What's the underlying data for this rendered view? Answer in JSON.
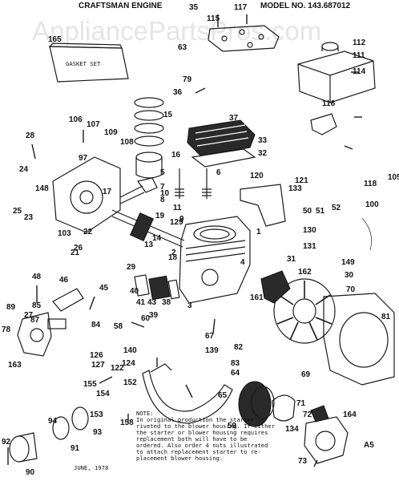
{
  "header": {
    "engine": "CRAFTSMAN ENGINE",
    "model": "MODEL NO. 143.687012"
  },
  "watermark": "AppliancePartsPros.com",
  "kit_label": "GASKET SET",
  "note_lines": [
    "NOTE:",
    "In original production the starter is",
    "riveted to the blower housing. If either",
    "the starter or blower housing requires",
    "replacement both will have to be",
    "ordered. Also order 4 nuts illustrated",
    "to attach replacement starter to re-",
    "placement blower housing."
  ],
  "footer": {
    "date": "JUNE, 1978",
    "code": "A5"
  },
  "colors": {
    "ink": "#111111",
    "watermark": "#cfcfcf",
    "paper": "#ffffff"
  },
  "part_labels": [
    "35",
    "117",
    "115",
    "63",
    "165",
    "112",
    "111",
    "114",
    "79",
    "36",
    "37",
    "116",
    "106",
    "107",
    "97",
    "108",
    "109",
    "15",
    "33",
    "32",
    "28",
    "24",
    "148",
    "16",
    "5",
    "6",
    "120",
    "121",
    "133",
    "118",
    "105",
    "50",
    "51",
    "52",
    "25",
    "23",
    "17",
    "7",
    "8",
    "9",
    "19",
    "129",
    "103",
    "26",
    "22",
    "2",
    "1",
    "130",
    "131",
    "100",
    "21",
    "18",
    "149",
    "29",
    "31",
    "162",
    "30",
    "48",
    "46",
    "45",
    "40",
    "41",
    "43",
    "38",
    "39",
    "4",
    "161",
    "70",
    "85",
    "27",
    "3",
    "89",
    "87",
    "84",
    "78",
    "163",
    "60",
    "58",
    "140",
    "139",
    "82",
    "83",
    "67",
    "81",
    "69",
    "127",
    "64",
    "155",
    "154",
    "152",
    "65",
    "122",
    "153",
    "94",
    "91",
    "93",
    "158",
    "59",
    "134",
    "71",
    "72",
    "92",
    "90",
    "164",
    "73",
    "124",
    "126",
    "10",
    "11",
    "14",
    "13"
  ]
}
